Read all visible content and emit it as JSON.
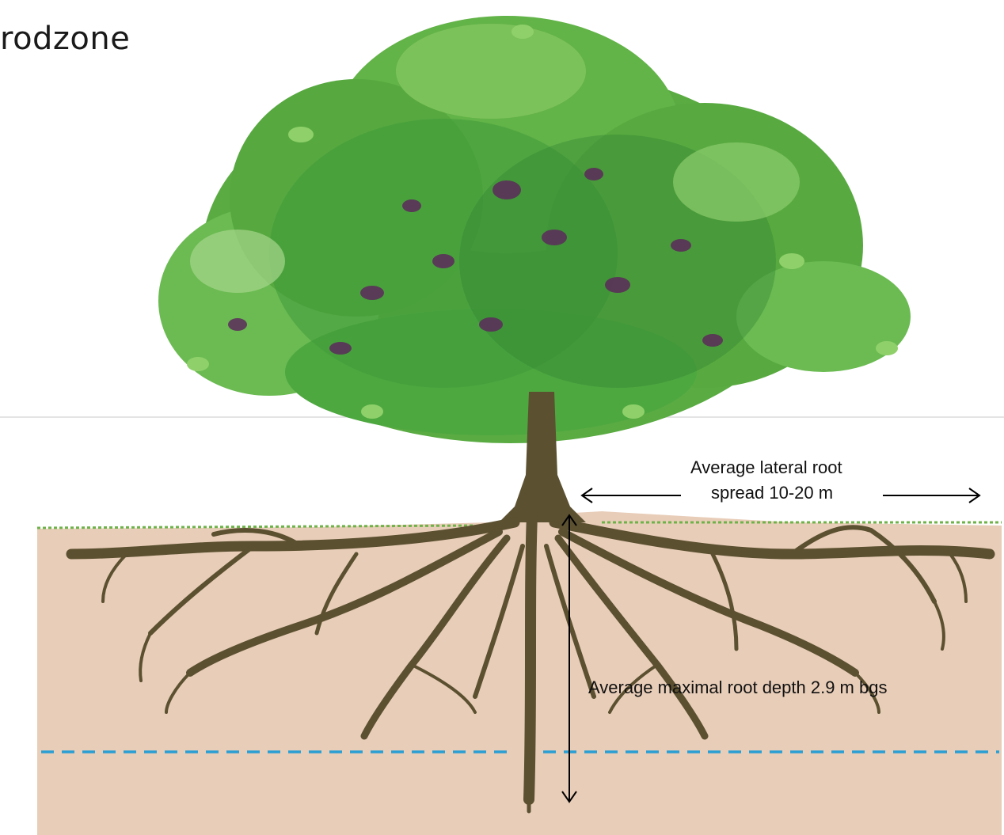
{
  "title": "rodzone",
  "labels": {
    "lateral_line1": "Average lateral root",
    "lateral_line2": "spread 10-20 m",
    "depth": "Average maximal   root depth 2.9 m bgs"
  },
  "colors": {
    "soil": "#e8cdb8",
    "trunk": "#5b5030",
    "grass": "#6fb24a",
    "water_table": "#2a9fd4",
    "leaf_light": "#7cc25a",
    "leaf_mid": "#4ea840",
    "leaf_dark": "#2e7d32",
    "leaf_purple": "#5c2a5c"
  }
}
